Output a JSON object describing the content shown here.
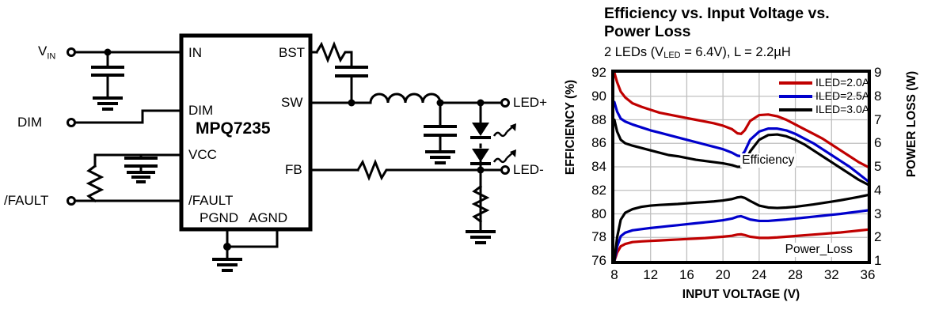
{
  "schematic": {
    "ic": {
      "part_number": "MPQ7235"
    },
    "pins_left": [
      "IN",
      "DIM",
      "VCC",
      "/FAULT"
    ],
    "pins_right": [
      "BST",
      "SW",
      "FB"
    ],
    "pins_bottom": [
      "PGND",
      "AGND"
    ],
    "terminals": [
      {
        "label": "V",
        "sub": "IN"
      },
      {
        "label": "DIM",
        "sub": ""
      },
      {
        "label": "/FAULT",
        "sub": ""
      },
      {
        "label": "LED+",
        "sub": ""
      },
      {
        "label": "LED-",
        "sub": ""
      }
    ],
    "terminal_vin": "V",
    "terminal_vin_sub": "IN",
    "terminal_dim": "DIM",
    "terminal_fault": "/FAULT",
    "terminal_ledp": "LED+",
    "terminal_ledn": "LED-"
  },
  "chart_data": {
    "type": "line",
    "title": "Efficiency vs. Input Voltage vs. Power Loss",
    "subtitle_prefix": "2 LEDs (V",
    "subtitle_sub": "LED",
    "subtitle_suffix": " = 6.4V), L = 2.2µH",
    "xlabel": "INPUT VOLTAGE (V)",
    "ylabel": "EFFICIENCY (%)",
    "ylabel_right": "POWER LOSS (W)",
    "xlim": [
      8,
      36
    ],
    "ylim": [
      76,
      92
    ],
    "ylim_right": [
      1,
      9
    ],
    "xticks": [
      8,
      12,
      16,
      20,
      24,
      28,
      32,
      36
    ],
    "yticks": [
      76,
      78,
      80,
      82,
      84,
      86,
      88,
      90,
      92
    ],
    "yticks_right": [
      1,
      2,
      3,
      4,
      5,
      6,
      7,
      8,
      9
    ],
    "grid": true,
    "legend_position": "top-right",
    "annotations": [
      {
        "text": "Efficiency",
        "x": 25.0,
        "y": 84.5
      },
      {
        "text": "Power_Loss",
        "x": 30.6,
        "y": 76.9
      }
    ],
    "colors": {
      "red": "#C00000",
      "blue": "#0000CC",
      "black": "#000000",
      "grid": "#BFBFBF"
    },
    "legend": [
      {
        "label": "ILED=2.0A",
        "color": "#C00000"
      },
      {
        "label": "ILED=2.5A",
        "color": "#0000CC"
      },
      {
        "label": "ILED=3.0A",
        "color": "#000000"
      }
    ],
    "x": [
      8.0,
      8.3,
      8.7,
      9.2,
      10,
      11,
      12,
      13,
      14,
      15,
      16,
      17,
      18,
      19,
      20,
      21,
      21.6,
      22,
      22.4,
      23,
      24,
      25,
      26,
      27,
      28,
      29,
      30,
      31,
      32,
      33,
      34,
      35,
      36
    ],
    "series": [
      {
        "name": "Efficiency ILED=2.0A",
        "axis": "left",
        "color": "#C00000",
        "values": [
          92.0,
          91.2,
          90.4,
          89.9,
          89.4,
          89.1,
          88.85,
          88.6,
          88.45,
          88.3,
          88.15,
          88.0,
          87.85,
          87.7,
          87.5,
          87.2,
          86.85,
          86.8,
          87.1,
          87.9,
          88.4,
          88.45,
          88.3,
          88.0,
          87.6,
          87.2,
          86.8,
          86.4,
          85.9,
          85.4,
          84.9,
          84.4,
          84.0
        ]
      },
      {
        "name": "Efficiency ILED=2.5A",
        "axis": "left",
        "color": "#0000CC",
        "values": [
          89.5,
          88.7,
          88.1,
          87.85,
          87.6,
          87.35,
          87.1,
          86.9,
          86.7,
          86.5,
          86.3,
          86.1,
          85.9,
          85.7,
          85.5,
          85.2,
          84.95,
          84.9,
          85.3,
          86.3,
          87.0,
          87.25,
          87.25,
          87.1,
          86.8,
          86.4,
          86.0,
          85.5,
          85.0,
          84.5,
          84.0,
          83.4,
          82.8
        ]
      },
      {
        "name": "Efficiency ILED=3.0A",
        "axis": "left",
        "color": "#000000",
        "values": [
          88.0,
          87.0,
          86.3,
          86.0,
          85.8,
          85.6,
          85.4,
          85.2,
          85.0,
          84.9,
          84.75,
          84.6,
          84.5,
          84.4,
          84.3,
          84.15,
          84.0,
          84.0,
          84.3,
          85.3,
          86.3,
          86.7,
          86.75,
          86.6,
          86.3,
          85.9,
          85.4,
          84.9,
          84.4,
          83.9,
          83.4,
          82.9,
          82.5
        ]
      },
      {
        "name": "Power_Loss ILED=2.0A",
        "axis": "right",
        "color": "#C00000",
        "values": [
          1.0,
          1.35,
          1.62,
          1.72,
          1.8,
          1.83,
          1.85,
          1.87,
          1.89,
          1.91,
          1.93,
          1.95,
          1.97,
          2.0,
          2.03,
          2.07,
          2.12,
          2.13,
          2.1,
          2.03,
          1.98,
          1.98,
          2.0,
          2.03,
          2.06,
          2.09,
          2.12,
          2.15,
          2.18,
          2.21,
          2.25,
          2.29,
          2.33
        ]
      },
      {
        "name": "Power_Loss ILED=2.5A",
        "axis": "right",
        "color": "#0000CC",
        "values": [
          1.0,
          1.6,
          2.05,
          2.2,
          2.3,
          2.35,
          2.4,
          2.44,
          2.48,
          2.52,
          2.56,
          2.6,
          2.64,
          2.68,
          2.73,
          2.8,
          2.88,
          2.9,
          2.85,
          2.76,
          2.7,
          2.7,
          2.73,
          2.76,
          2.8,
          2.84,
          2.88,
          2.92,
          2.96,
          3.0,
          3.05,
          3.1,
          3.15
        ]
      },
      {
        "name": "Power_Loss ILED=3.0A",
        "axis": "right",
        "color": "#000000",
        "values": [
          1.0,
          2.0,
          2.75,
          3.05,
          3.2,
          3.3,
          3.35,
          3.38,
          3.4,
          3.42,
          3.45,
          3.48,
          3.5,
          3.53,
          3.57,
          3.63,
          3.7,
          3.72,
          3.68,
          3.55,
          3.35,
          3.27,
          3.25,
          3.27,
          3.3,
          3.35,
          3.4,
          3.46,
          3.52,
          3.58,
          3.65,
          3.72,
          3.8
        ]
      }
    ]
  }
}
